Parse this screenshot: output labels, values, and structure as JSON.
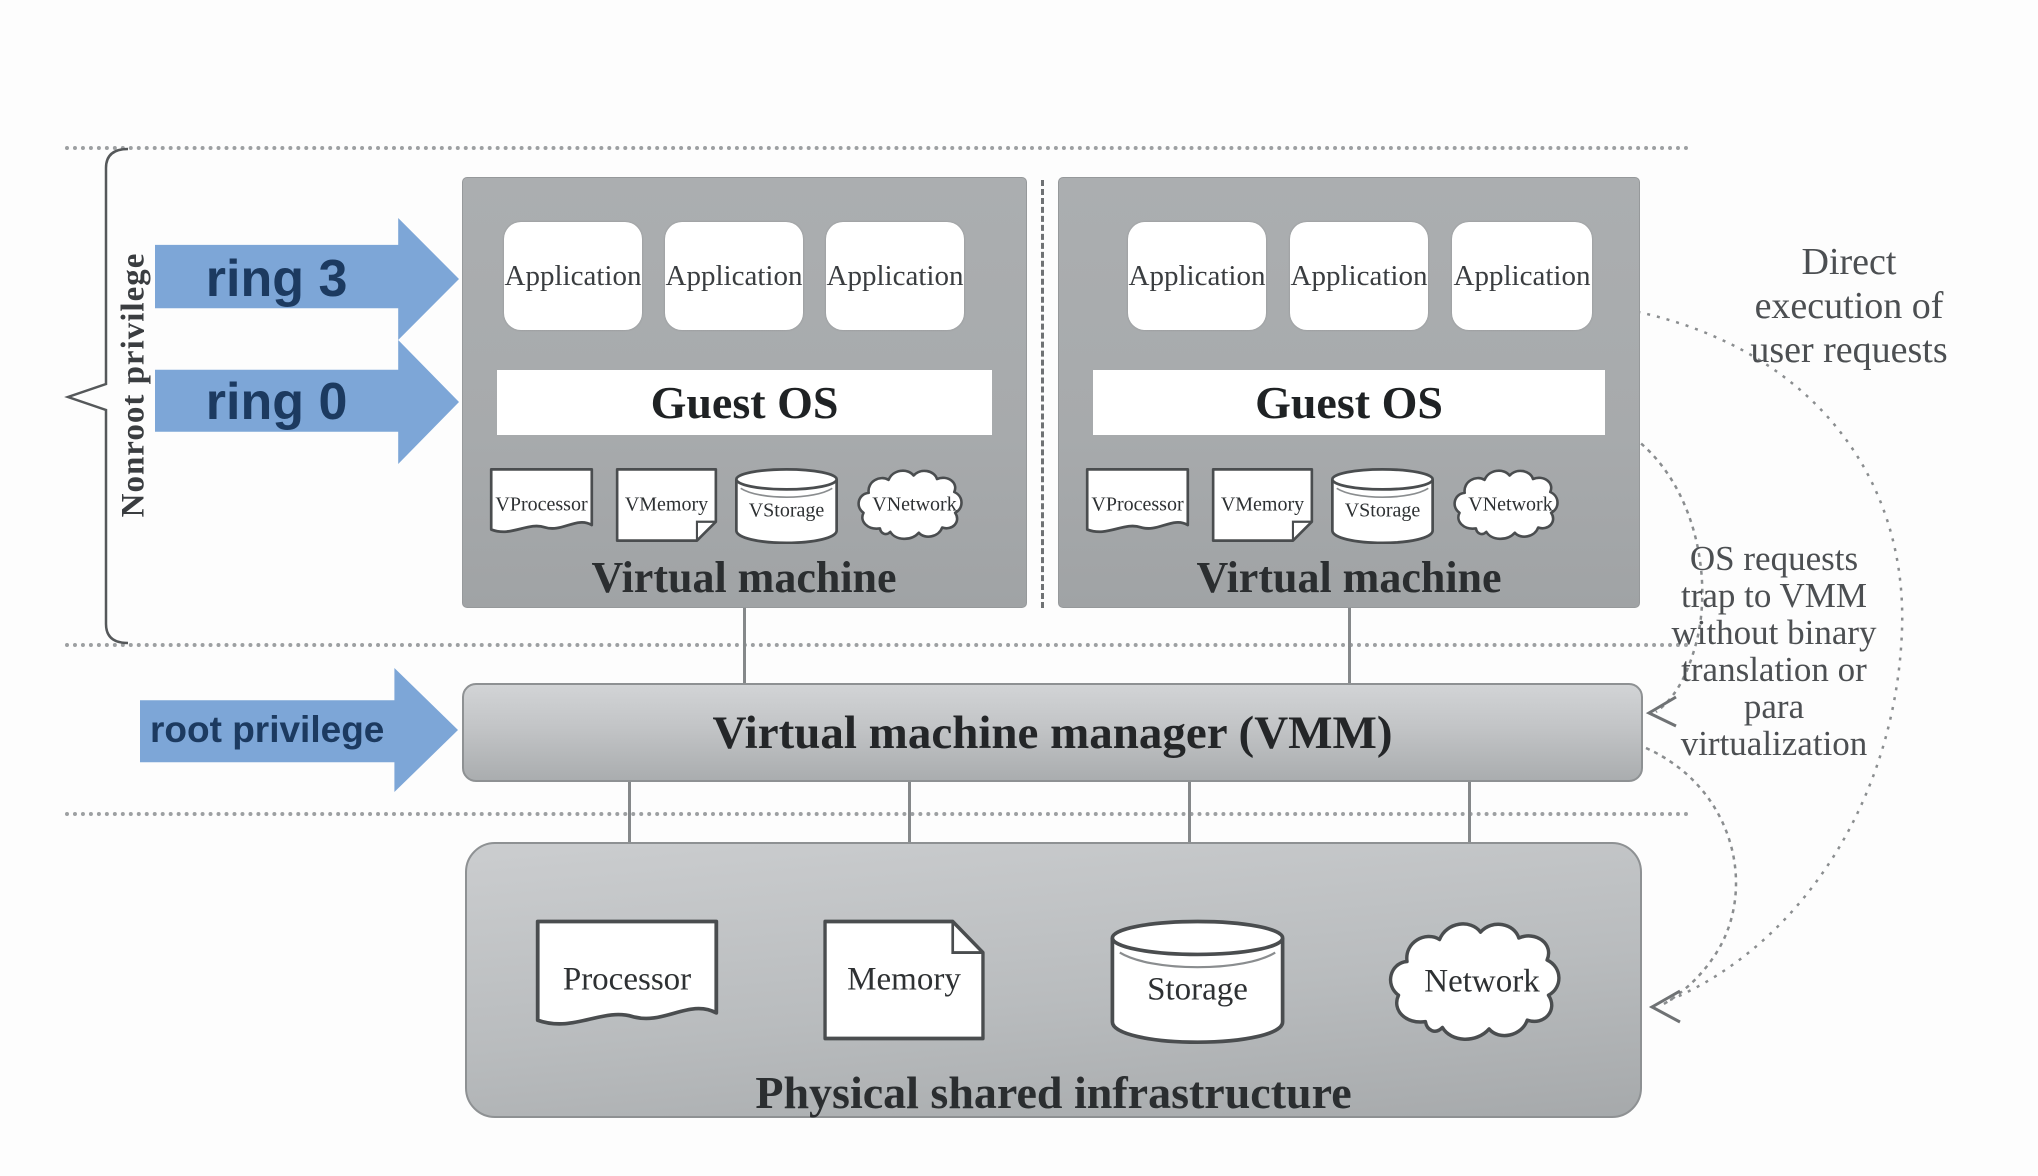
{
  "figure": {
    "privilege_zones": {
      "nonroot_label": "Nonroot privilege",
      "ring3_label": "ring 3",
      "ring0_label": "ring 0",
      "root_arrow_label": "root privilege"
    },
    "vms": [
      {
        "title": "Virtual machine",
        "apps": [
          "Application",
          "Application",
          "Application"
        ],
        "guest_os": "Guest OS",
        "vdevices": [
          {
            "label": "VProcessor",
            "shape": "document"
          },
          {
            "label": "VMemory",
            "shape": "page"
          },
          {
            "label": "VStorage",
            "shape": "cylinder"
          },
          {
            "label": "VNetwork",
            "shape": "cloud"
          }
        ]
      },
      {
        "title": "Virtual machine",
        "apps": [
          "Application",
          "Application",
          "Application"
        ],
        "guest_os": "Guest OS",
        "vdevices": [
          {
            "label": "VProcessor",
            "shape": "document"
          },
          {
            "label": "VMemory",
            "shape": "page"
          },
          {
            "label": "VStorage",
            "shape": "cylinder"
          },
          {
            "label": "VNetwork",
            "shape": "cloud"
          }
        ]
      }
    ],
    "vmm": {
      "label": "Virtual machine manager (VMM)"
    },
    "physical": {
      "label": "Physical shared infrastructure",
      "devices": [
        {
          "label": "Processor",
          "shape": "document"
        },
        {
          "label": "Memory",
          "shape": "page"
        },
        {
          "label": "Storage",
          "shape": "cylinder"
        },
        {
          "label": "Network",
          "shape": "cloud"
        }
      ]
    },
    "annotations": {
      "direct_execution": "Direct\nexecution of\nuser requests",
      "os_requests": "OS requests\ntrap to VMM\nwithout binary\ntranslation or\npara\nvirtualization"
    },
    "colors": {
      "arrow_blue": "#7da6d7",
      "arrow_text_navy": "#1c3a60",
      "vm_gray": "#a8abad",
      "panel_gray_light": "#cbcdcf",
      "panel_gray_dark": "#a7aaac",
      "line_gray": "#8a8d8f",
      "text_dark": "#2e3133",
      "annotation_gray": "#4c4f52"
    }
  }
}
